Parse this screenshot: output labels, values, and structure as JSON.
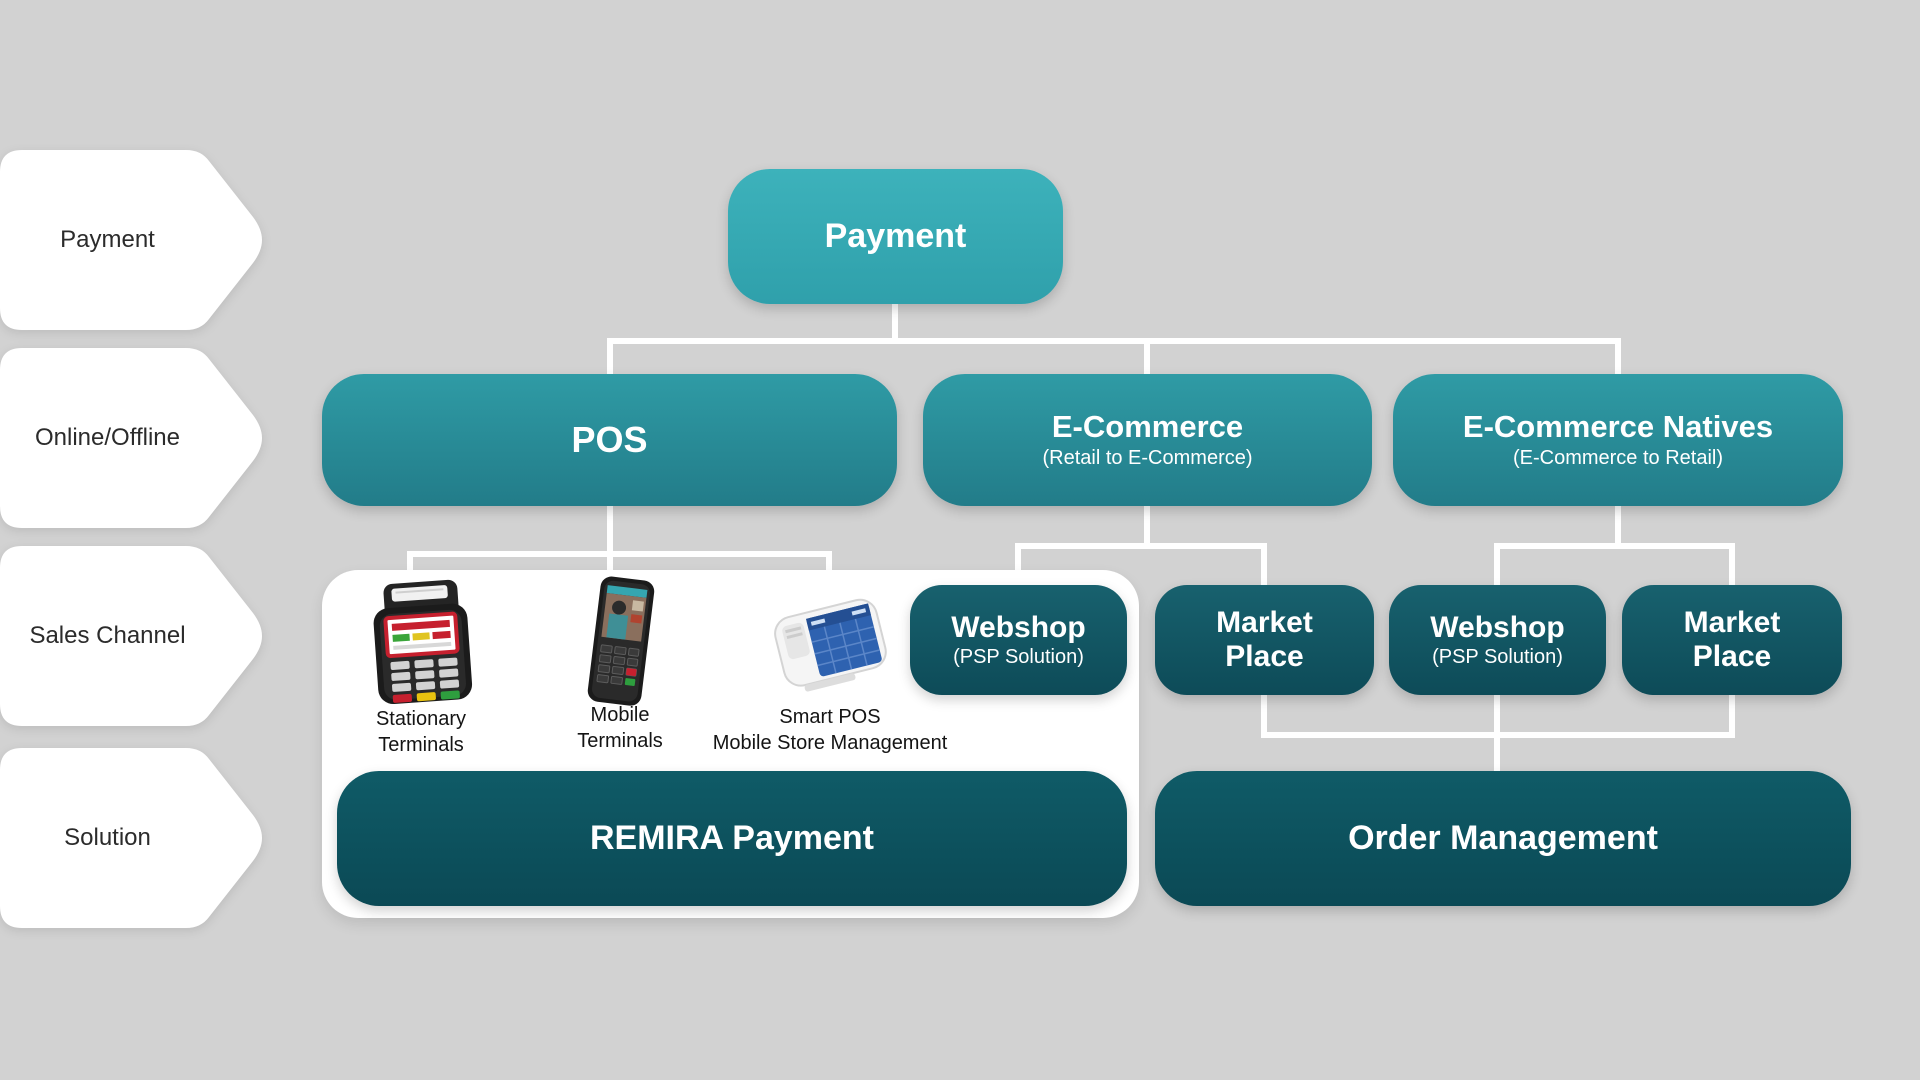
{
  "row_labels": [
    {
      "label": "Payment"
    },
    {
      "label": "Online/Offline"
    },
    {
      "label": "Sales Channel"
    },
    {
      "label": "Solution"
    }
  ],
  "nodes": {
    "payment": {
      "title": "Payment"
    },
    "pos": {
      "title": "POS"
    },
    "ecommerce": {
      "title": "E-Commerce",
      "subtitle": "(Retail to E-Commerce)"
    },
    "ecommerce_natives": {
      "title": "E-Commerce Natives",
      "subtitle": "(E-Commerce to Retail)"
    },
    "webshop_1": {
      "title": "Webshop",
      "subtitle": "(PSP Solution)"
    },
    "market_place_1": {
      "title": "Market Place"
    },
    "webshop_2": {
      "title": "Webshop",
      "subtitle": "(PSP Solution)"
    },
    "market_place_2": {
      "title": "Market Place"
    },
    "remira_payment": {
      "title": "REMIRA Payment"
    },
    "order_management": {
      "title": "Order Management"
    }
  },
  "terminals": [
    {
      "line1": "Stationary",
      "line2": "Terminals",
      "icon": "stationary-terminal-icon"
    },
    {
      "line1": "Mobile",
      "line2": "Terminals",
      "icon": "mobile-terminal-icon"
    },
    {
      "line1": "Smart POS",
      "line2": "Mobile Store Management",
      "icon": "smart-pos-icon"
    }
  ],
  "colors": {
    "background": "#d2d2d2",
    "teal_light": "#38adb6",
    "teal_mid": "#2a929d",
    "teal_dark": "#14606d",
    "teal_darkest": "#0d5460",
    "connector": "#ffffff",
    "label_text": "#2b2b2b"
  }
}
